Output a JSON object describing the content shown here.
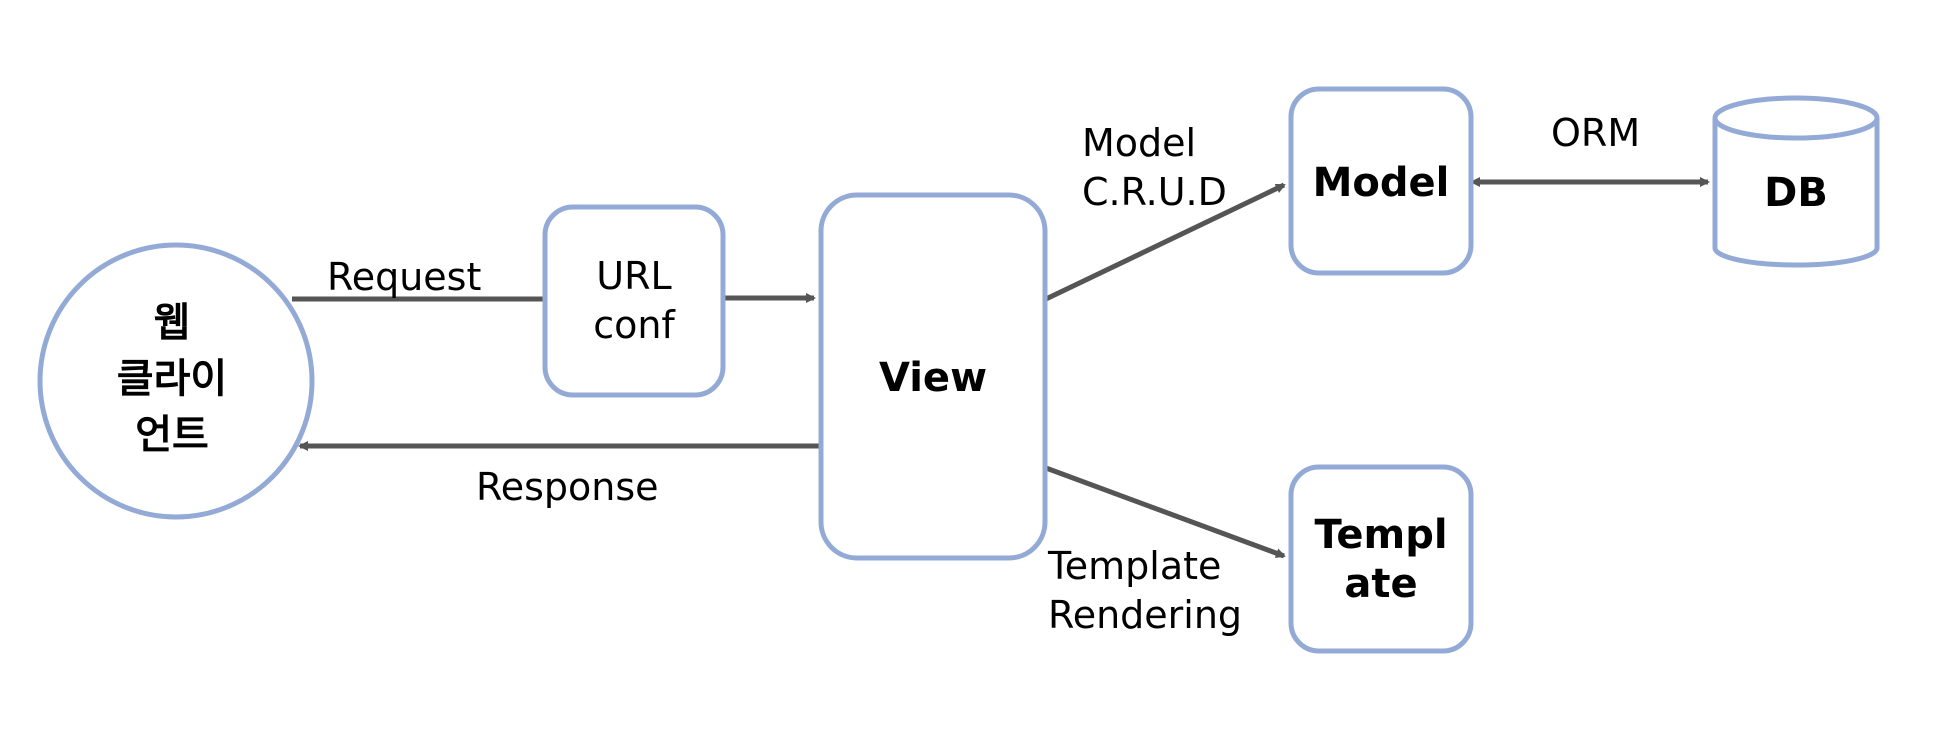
{
  "colors": {
    "node_border": "#94aad6",
    "node_fill": "#ffffff",
    "arrow": "#555555",
    "text": "#000000"
  },
  "nodes": {
    "client": {
      "line1": "웹",
      "line2": "클라이",
      "line3": "언트"
    },
    "urlconf": {
      "line1": "URL",
      "line2": "conf"
    },
    "view": {
      "label": "View"
    },
    "model": {
      "label": "Model"
    },
    "db": {
      "label": "DB"
    },
    "template": {
      "line1": "Templ",
      "line2": "ate"
    }
  },
  "edges": {
    "request": "Request",
    "response": "Response",
    "model_crud": {
      "line1": "Model",
      "line2": "C.R.U.D"
    },
    "orm": "ORM",
    "template_rendering": {
      "line1": "Template",
      "line2": "Rendering"
    }
  }
}
